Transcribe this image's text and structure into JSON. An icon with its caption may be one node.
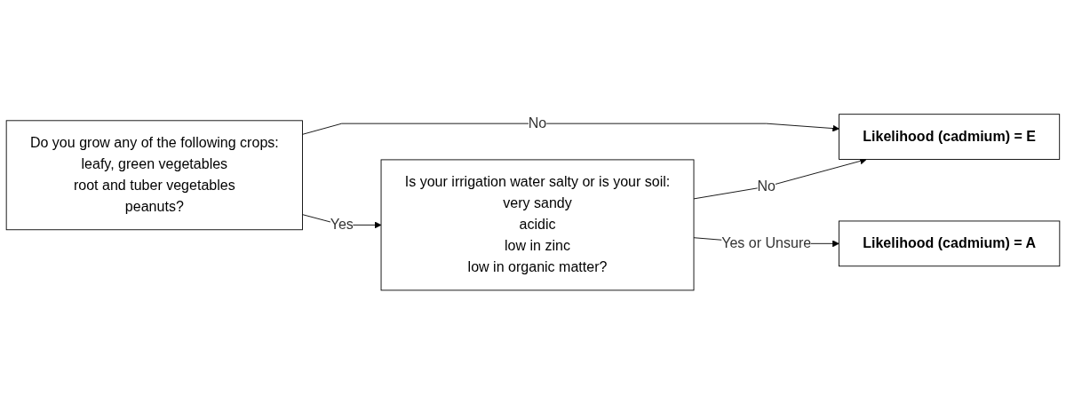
{
  "diagram": {
    "nodes": [
      {
        "text": [
          "Do you grow any of the following crops:",
          "leafy, green vegetables",
          "root and tuber vegetables",
          "peanuts?"
        ]
      },
      {
        "text": [
          "Is your irrigation water salty or is your soil:",
          "very sandy",
          "acidic",
          "low in zinc",
          "low in organic matter?"
        ]
      },
      {
        "text": [
          "Likelihood (cadmium) = E"
        ]
      },
      {
        "text": [
          "Likelihood (cadmium) = A"
        ]
      }
    ],
    "edges": [
      {
        "from": 0,
        "to": 1,
        "arrow": "to",
        "label": "Yes"
      },
      {
        "from": 0,
        "to": 2,
        "arrow": "to",
        "label": "No"
      },
      {
        "from": 1,
        "to": 2,
        "arrow": "to",
        "label": "No"
      },
      {
        "from": 1,
        "to": 3,
        "arrow": "to",
        "label": "Yes or Unsure"
      }
    ]
  }
}
